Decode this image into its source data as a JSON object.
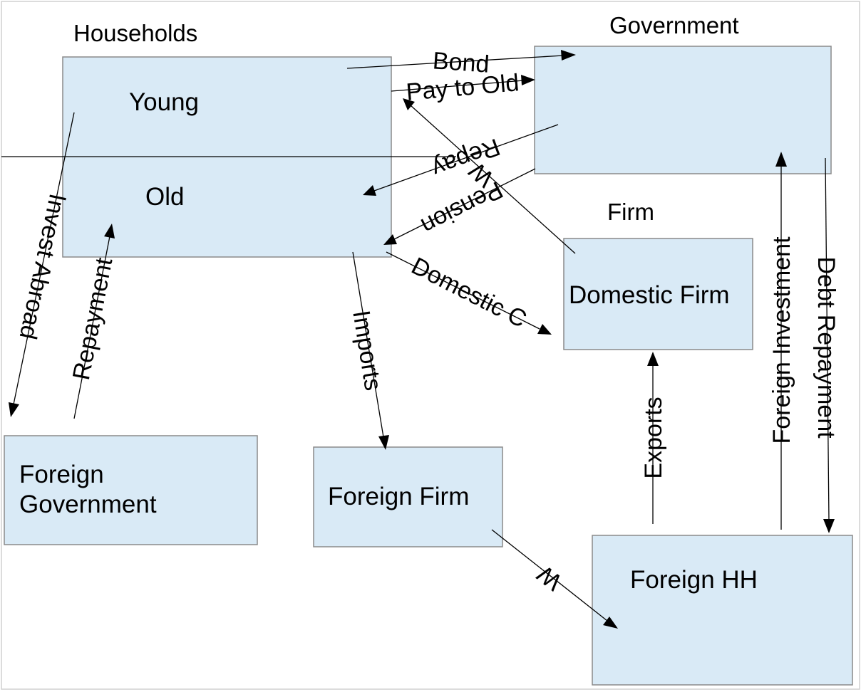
{
  "sections": {
    "households": "Households",
    "government": "Government",
    "firm": "Firm"
  },
  "boxes": {
    "young": "Young",
    "old": "Old",
    "domestic_firm": "Domestic Firm",
    "foreign_government_line1": "Foreign",
    "foreign_government_line2": "Government",
    "foreign_firm": "Foreign Firm",
    "foreign_hh": "Foreign HH"
  },
  "flows": {
    "bond": "Bond",
    "pay_to_old": "Pay to Old",
    "repay": "Repay",
    "w_domestic": "W",
    "pension": "Pension",
    "domestic_c": "Domestic C",
    "invest_abroad": "Invest Abroad",
    "repayment": "Repayment",
    "imports": "Imports",
    "exports": "Exports",
    "foreign_investment": "Foreign Investment",
    "debt_repayment": "Debt Repayment",
    "w_foreign": "W"
  }
}
